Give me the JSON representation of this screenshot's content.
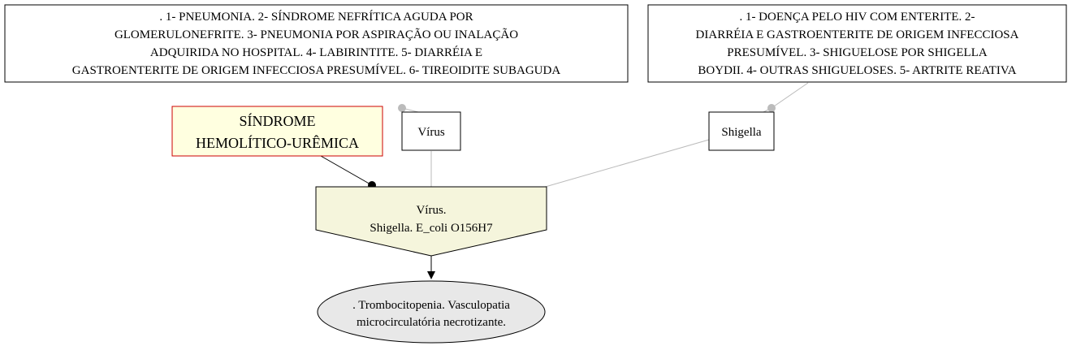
{
  "nodes": {
    "virus_conditions": {
      "lines": [
        ". 1- PNEUMONIA. 2- SÍNDROME NEFRÍTICA AGUDA POR",
        "GLOMERULONEFRITE. 3- PNEUMONIA POR ASPIRAÇÃO OU INALAÇÃO",
        "ADQUIRIDA NO HOSPITAL. 4- LABIRINTITE. 5- DIARRÉIA E",
        "GASTROENTERITE DE ORIGEM INFECCIOSA PRESUMÍVEL. 6- TIREOIDITE SUBAGUDA"
      ]
    },
    "shigella_conditions": {
      "lines": [
        ". 1- DOENÇA PELO HIV COM ENTERITE. 2-",
        "DIARRÉIA E GASTROENTERITE DE ORIGEM INFECCIOSA",
        "PRESUMÍVEL. 3- SHIGUELOSE POR SHIGELLA",
        "BOYDII. 4- OUTRAS SHIGUELOSES. 5- ARTRITE REATIVA"
      ]
    },
    "syndrome": {
      "lines": [
        "SÍNDROME",
        "HEMOLÍTICO-URÊMICA"
      ],
      "fill": "#ffffe0",
      "stroke": "#cc0000"
    },
    "virus": {
      "label": "Vírus"
    },
    "shigella": {
      "label": "Shigella"
    },
    "causes": {
      "lines": [
        "Vírus.",
        "Shigella. E_coli O156H7"
      ],
      "fill": "#f5f5dc"
    },
    "outcome": {
      "lines": [
        ". Trombocitopenia. Vasculopatia",
        "microcirculatória necrotizante."
      ],
      "fill": "#e8e8e8"
    }
  },
  "colors": {
    "edge_gray": "#bbbbbb",
    "edge_black": "#000000"
  }
}
